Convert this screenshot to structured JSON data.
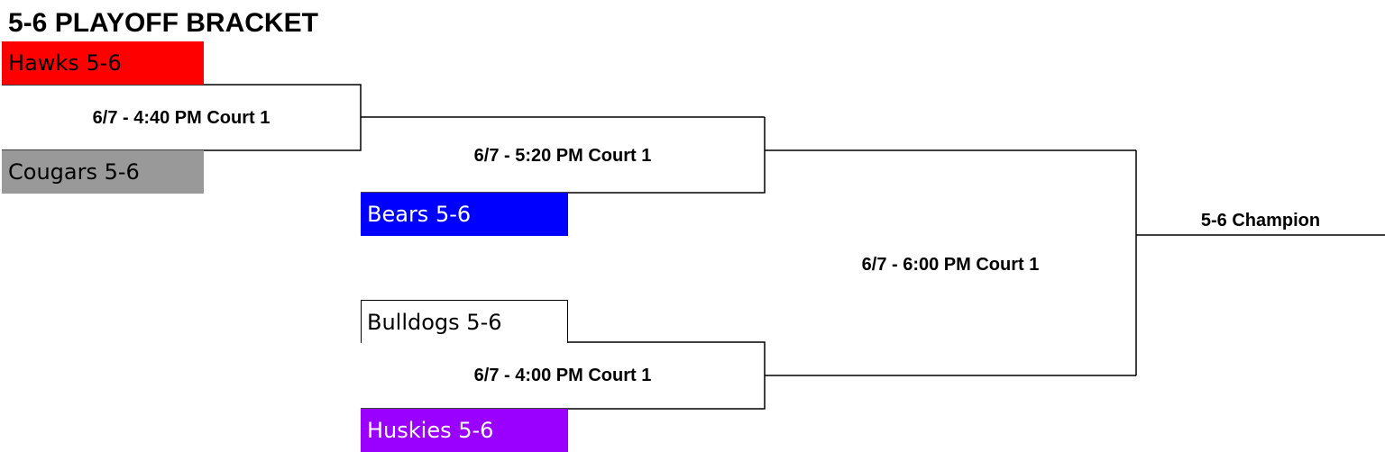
{
  "title": "5-6 PLAYOFF BRACKET",
  "teams": [
    {
      "name": "Hawks 5-6",
      "bg": "#ff0000",
      "fg": "#000000"
    },
    {
      "name": "Cougars 5-6",
      "bg": "#999999",
      "fg": "#000000"
    },
    {
      "name": "Bears 5-6",
      "bg": "#0000ff",
      "fg": "#ffffff"
    },
    {
      "name": "Bulldogs 5-6",
      "bg": "#ffffff",
      "fg": "#000000"
    },
    {
      "name": "Huskies 5-6",
      "bg": "#9900ff",
      "fg": "#ffffff"
    }
  ],
  "games": [
    "6/7 - 4:40 PM Court 1",
    "6/7 - 5:20 PM Court 1",
    "6/7 - 4:00 PM Court 1",
    "6/7 - 6:00 PM Court 1"
  ],
  "champion": "5-6 Champion"
}
